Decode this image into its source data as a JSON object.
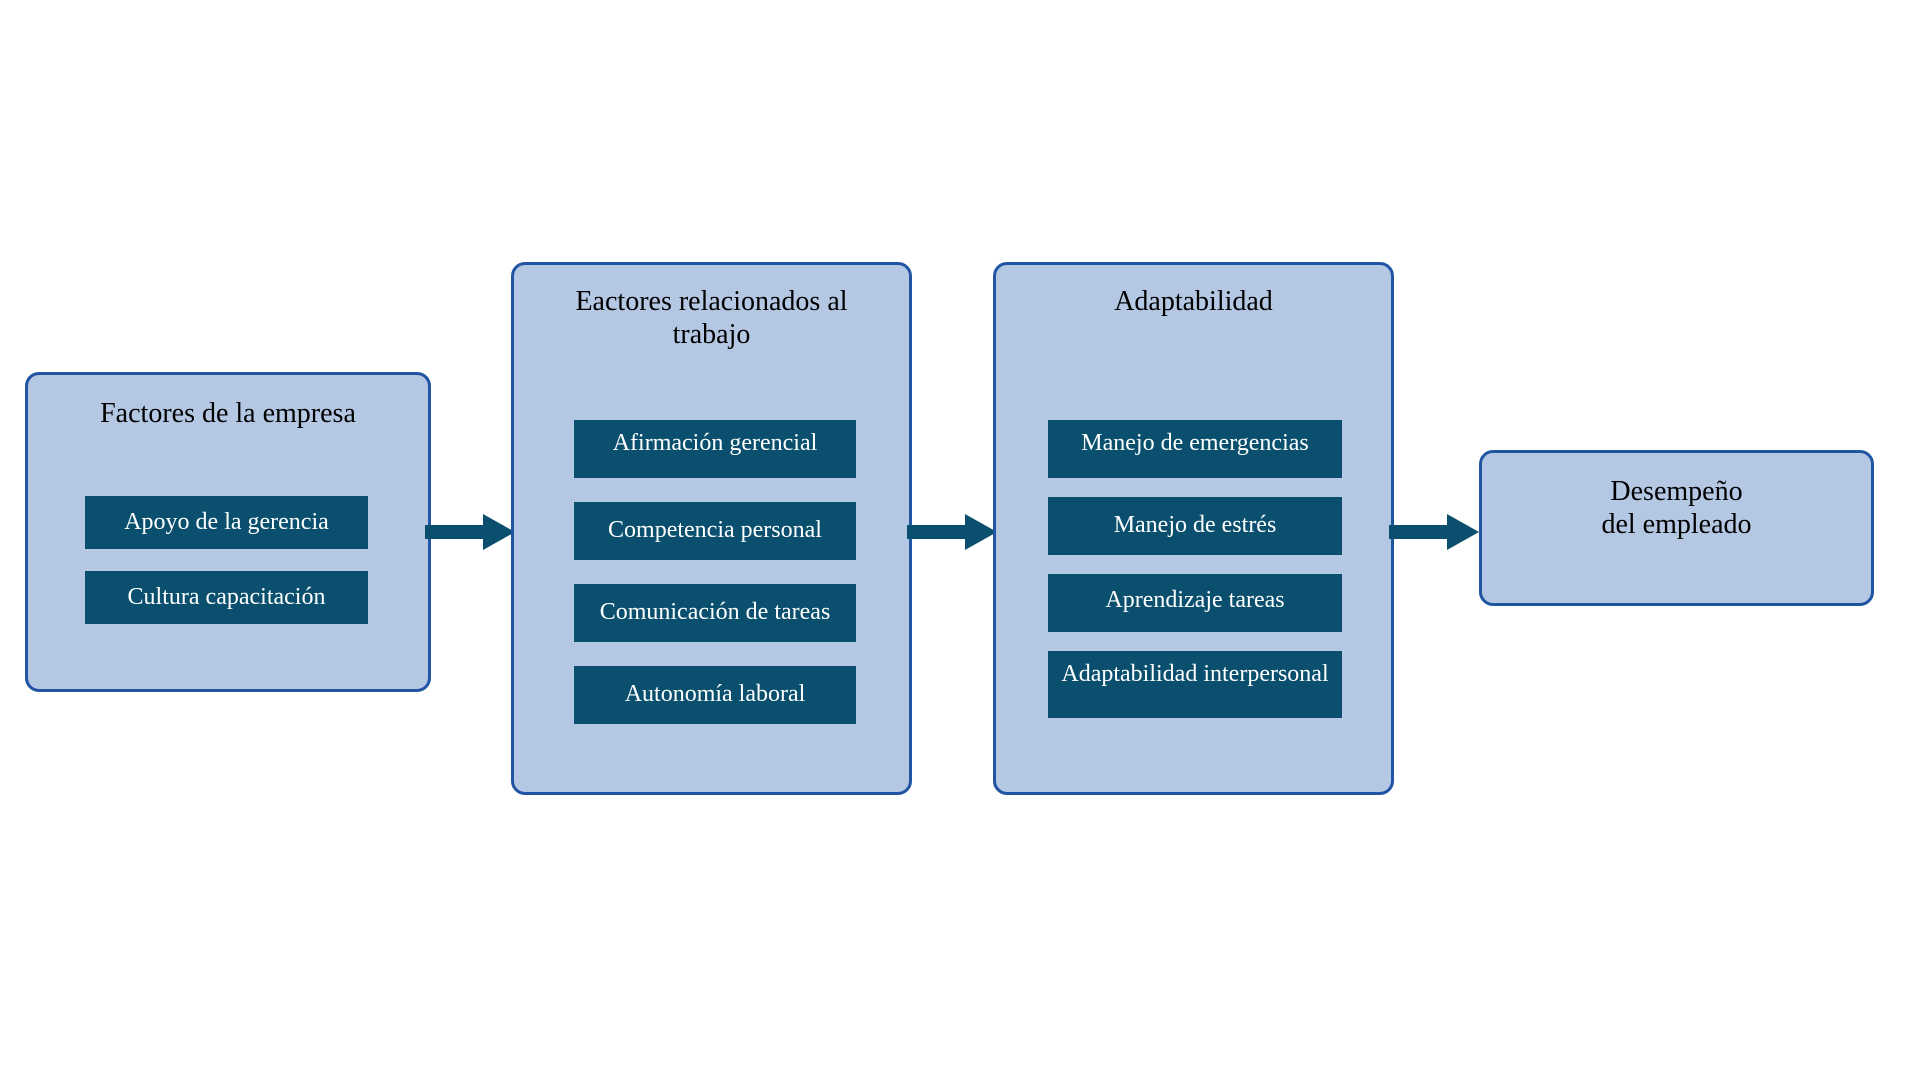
{
  "diagram": {
    "title_text": "",
    "colors": {
      "panel_fill": "#b4c7e3",
      "panel_border": "#2155a4",
      "item_fill": "#0a506e",
      "item_text": "#ffffff",
      "arrow_fill": "#0a506e",
      "background": "#ffffff",
      "title_text": "#000000"
    },
    "stages": [
      {
        "id": "factores-empresa",
        "title": "Factores de la empresa",
        "items": [
          {
            "label": "Apoyo de la gerencia"
          },
          {
            "label": "Cultura capacitación"
          }
        ]
      },
      {
        "id": "factores-trabajo",
        "title": "Eactores relacionados al\ntrabajo",
        "items": [
          {
            "label": "Afirmación gerencial"
          },
          {
            "label": "Competencia personal"
          },
          {
            "label": "Comunicación de tareas"
          },
          {
            "label": "Autonomía laboral"
          }
        ]
      },
      {
        "id": "adaptabilidad",
        "title": "Adaptabilidad",
        "items": [
          {
            "label": "Manejo de emergencias"
          },
          {
            "label": "Manejo de estrés"
          },
          {
            "label": "Aprendizaje tareas"
          },
          {
            "label": "Adaptabilidad interpersonal"
          }
        ]
      }
    ],
    "outcome": {
      "id": "desempeno-empleado",
      "title": "Desempeño\ndel empleado"
    },
    "arrows": [
      {
        "id": "arrow-1",
        "from": "factores-empresa",
        "to": "factores-trabajo"
      },
      {
        "id": "arrow-2",
        "from": "factores-trabajo",
        "to": "adaptabilidad"
      },
      {
        "id": "arrow-3",
        "from": "adaptabilidad",
        "to": "desempeno-empleado"
      }
    ]
  }
}
